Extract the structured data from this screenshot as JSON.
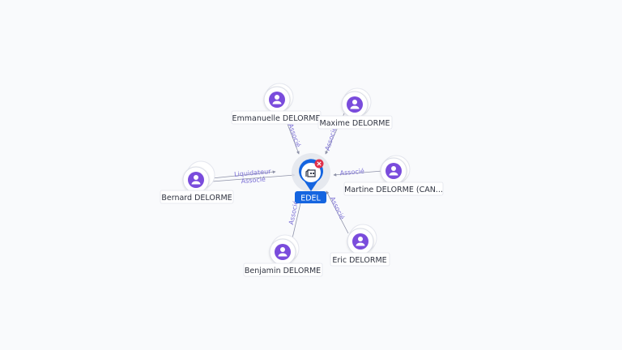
{
  "center": {
    "label": "EDEL",
    "icon": "building-icon",
    "badge_icon": "close-icon",
    "accent": "#1565e0",
    "badge_color": "#e0304a"
  },
  "colors": {
    "person": "#7a4cdc",
    "edge_label": "#7b6fd6"
  },
  "people": [
    {
      "id": "emmanuelle",
      "name": "Emmanuelle DELORME",
      "relation": [
        "Associé"
      ]
    },
    {
      "id": "maxime",
      "name": "Maxime DELORME",
      "relation": [
        "Associé"
      ]
    },
    {
      "id": "bernard",
      "name": "Bernard DELORME",
      "relation": [
        "Liquidateur",
        "Associé"
      ]
    },
    {
      "id": "martine",
      "name": "Martine DELORME (CAN...",
      "relation": [
        "Associé"
      ]
    },
    {
      "id": "benjamin",
      "name": "Benjamin DELORME",
      "relation": [
        "Associé"
      ]
    },
    {
      "id": "eric",
      "name": "Eric DELORME",
      "relation": [
        "Associé"
      ]
    }
  ]
}
